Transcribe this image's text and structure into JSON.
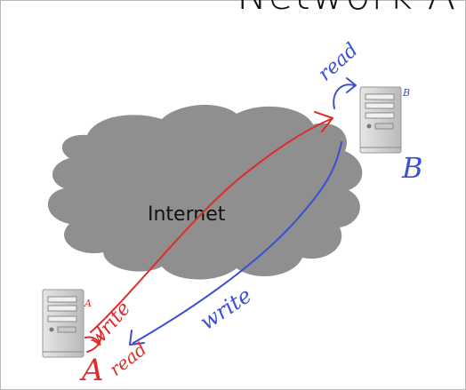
{
  "slide": {
    "title": "Network A"
  },
  "diagram": {
    "cloud_label": "Internet",
    "server_a": {
      "label": "A",
      "small_label": "A"
    },
    "server_b": {
      "label": "B",
      "small_label": "B"
    },
    "annotations": {
      "red_write": "write",
      "red_read": "read",
      "blue_write": "write",
      "blue_read": "read"
    },
    "colors": {
      "cloud": "#8f8f8f",
      "red_ink": "#dd2c2c",
      "blue_ink": "#3a4fd2",
      "server_body": "#d9d9d9"
    },
    "icons": [
      "server-a-icon",
      "server-b-icon",
      "internet-cloud"
    ]
  }
}
